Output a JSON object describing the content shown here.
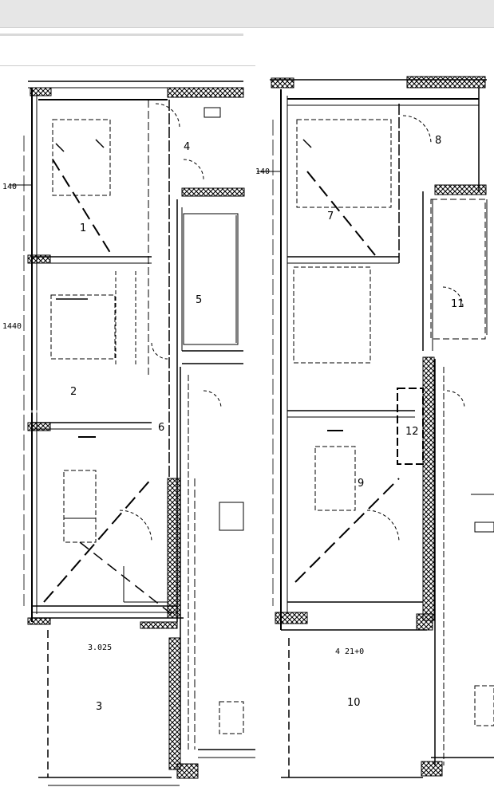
{
  "drawing": {
    "title": "",
    "labels": {
      "dim_left_top": "140",
      "dim_left_mid": "1440",
      "dim_bottom_left": "3.025",
      "dim_right_top": "140",
      "dim_bottom_right": "4 21+0",
      "room_1": "1",
      "room_2": "2",
      "room_3": "3",
      "room_4": "4",
      "room_5": "5",
      "room_6": "6",
      "room_7": "7",
      "room_8": "8",
      "room_9": "9",
      "room_10": "10",
      "room_11": "11",
      "room_12": "12"
    }
  }
}
